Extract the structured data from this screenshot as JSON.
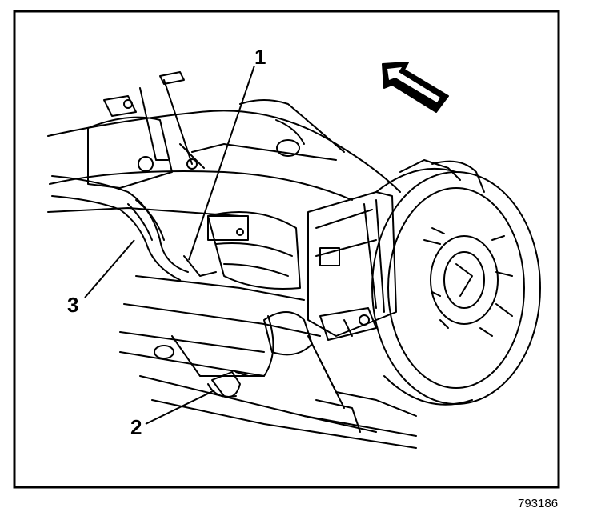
{
  "callouts": [
    {
      "label": "1"
    },
    {
      "label": "2"
    },
    {
      "label": "3"
    }
  ],
  "figure_id": "793186",
  "icons": {
    "direction_arrow": "front-direction-arrow-icon"
  }
}
